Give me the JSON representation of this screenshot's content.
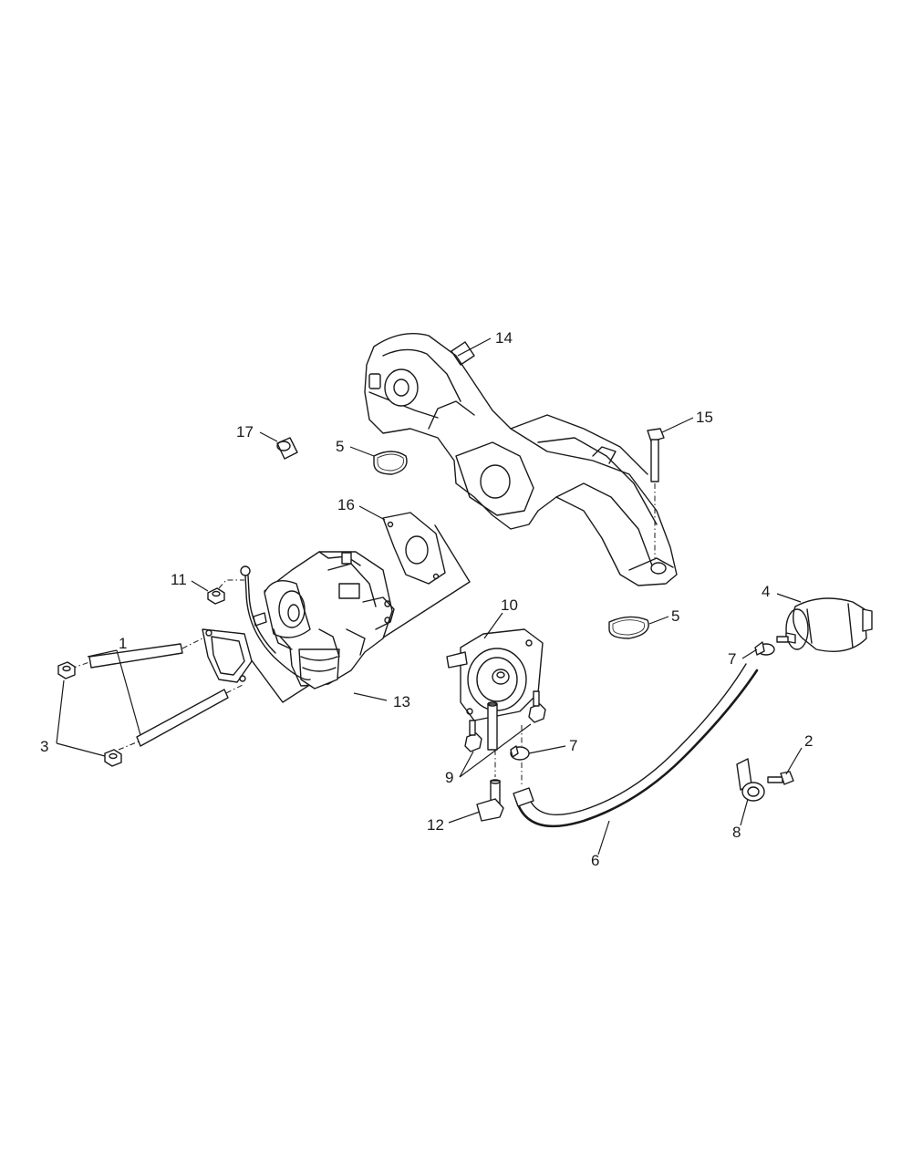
{
  "callouts": [
    {
      "id": "c14",
      "text": "14"
    },
    {
      "id": "c15",
      "text": "15"
    },
    {
      "id": "c17",
      "text": "17"
    },
    {
      "id": "c5a",
      "text": "5"
    },
    {
      "id": "c16",
      "text": "16"
    },
    {
      "id": "c11",
      "text": "11"
    },
    {
      "id": "c1",
      "text": "1"
    },
    {
      "id": "c3",
      "text": "3"
    },
    {
      "id": "c13",
      "text": "13"
    },
    {
      "id": "c10",
      "text": "10"
    },
    {
      "id": "c5b",
      "text": "5"
    },
    {
      "id": "c4",
      "text": "4"
    },
    {
      "id": "c7a",
      "text": "7"
    },
    {
      "id": "c7b",
      "text": "7"
    },
    {
      "id": "c9",
      "text": "9"
    },
    {
      "id": "c2",
      "text": "2"
    },
    {
      "id": "c8",
      "text": "8"
    },
    {
      "id": "c12",
      "text": "12"
    },
    {
      "id": "c6",
      "text": "6"
    }
  ]
}
